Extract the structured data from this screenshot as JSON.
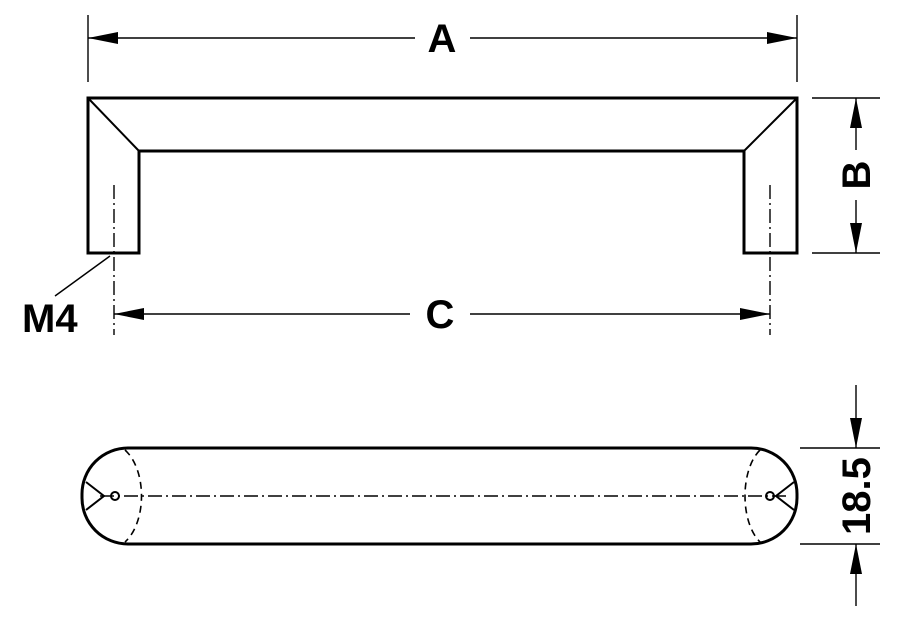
{
  "labels": {
    "a": "A",
    "b": "B",
    "c": "C",
    "thread": "M4",
    "depth": "18.5"
  }
}
